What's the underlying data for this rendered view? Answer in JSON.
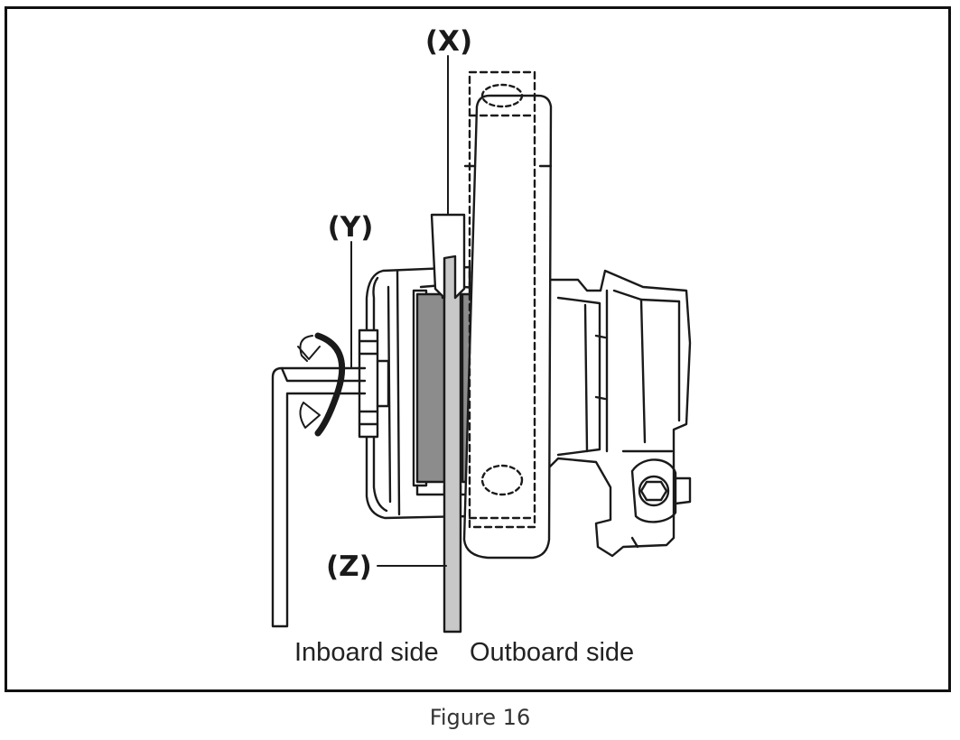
{
  "labels": {
    "x": "(X)",
    "y": "(Y)",
    "z": "(Z)",
    "inboard": "Inboard side",
    "outboard": "Outboard side"
  },
  "caption": "Figure 16",
  "colors": {
    "line": "#1a1a1a",
    "pad_fill": "#8c8c8c",
    "body_fill": "#ffffff"
  },
  "icons": {
    "rotation": "rotation-arrow-icon",
    "hex_bolt": "hex-bolt-icon",
    "hex_key": "hex-key-icon"
  }
}
